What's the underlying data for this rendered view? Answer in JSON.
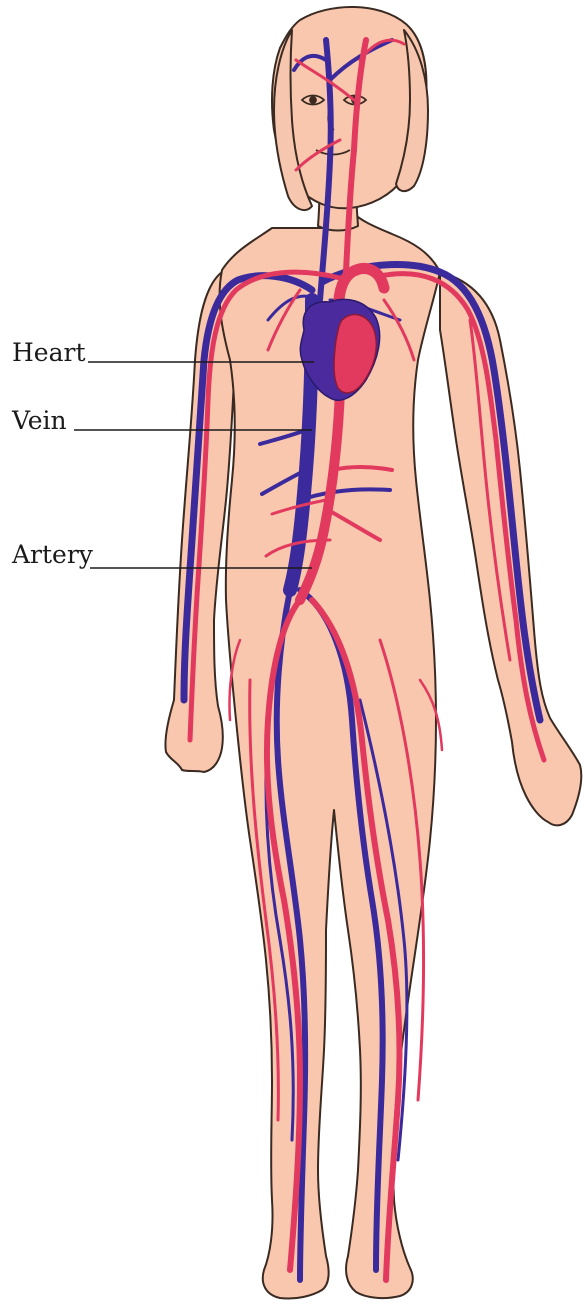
{
  "labels": {
    "heart": "Heart",
    "vein": "Vein",
    "artery": "Artery"
  },
  "colors": {
    "background": "#ffffff",
    "skin": "#f9c7ae",
    "skin_outline": "#3a2a22",
    "hair": "#f6c6ae",
    "artery": "#e23a5e",
    "vein": "#3b2a9c",
    "heart": "#4a2a9c",
    "leader_line": "#1a1a1a"
  }
}
